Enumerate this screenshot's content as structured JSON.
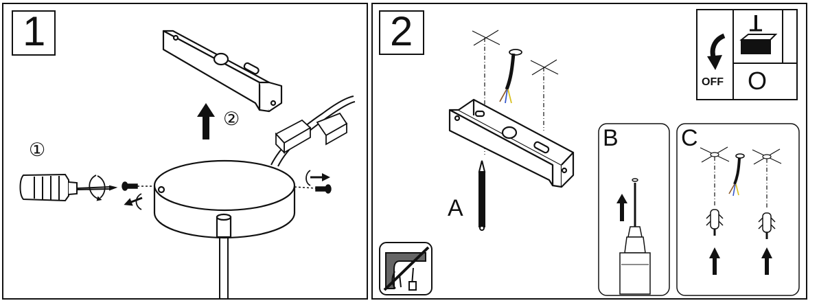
{
  "panels": [
    {
      "number": "1",
      "sub_steps": [
        "①",
        "②"
      ]
    },
    {
      "number": "2",
      "switch": {
        "state_label": "OFF",
        "symbol_on": "I",
        "symbol_off": "O"
      },
      "insets": [
        "A",
        "B",
        "C"
      ]
    }
  ],
  "colors": {
    "ink": "#111111",
    "paper": "#ffffff",
    "wire_brown": "#8b5a2b",
    "wire_blue": "#3355cc",
    "wire_yellow": "#d8c020"
  },
  "icons": [
    "screwdriver-icon",
    "rotate-arrow-icon",
    "up-arrow-icon",
    "power-switch-icon",
    "drill-icon",
    "wall-plug-icon",
    "no-drill-over-pipe-icon"
  ]
}
